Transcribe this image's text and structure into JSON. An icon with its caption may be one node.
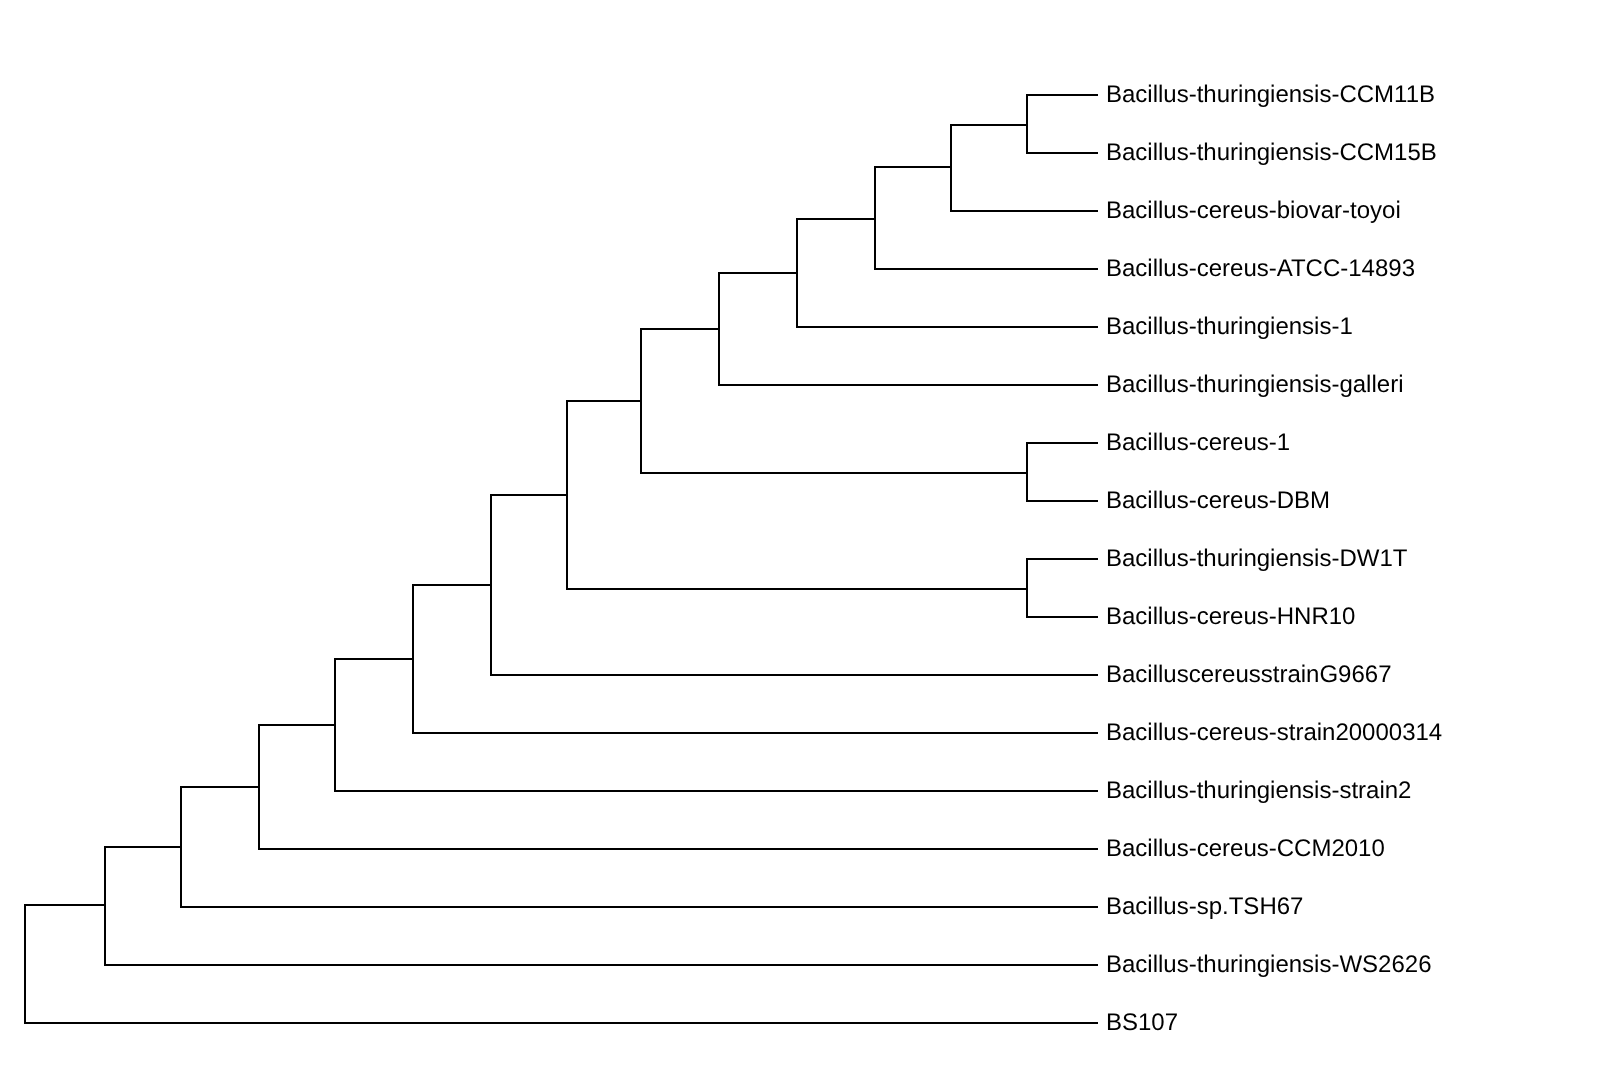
{
  "diagram": {
    "nodes": [
      {
        "text": [
          "Bacillus-thuringiensis-CCM11B"
        ]
      },
      {
        "text": [
          "Bacillus-thuringiensis-CCM15B"
        ]
      },
      {
        "text": [
          "Bacillus-cereus-biovar-toyoi"
        ]
      },
      {
        "text": [
          "Bacillus-cereus-ATCC-14893"
        ]
      },
      {
        "text": [
          "Bacillus-thuringiensis-1"
        ]
      },
      {
        "text": [
          "Bacillus-thuringiensis-galleri"
        ]
      },
      {
        "text": [
          "Bacillus-cereus-1"
        ]
      },
      {
        "text": [
          "Bacillus-cereus-DBM"
        ]
      },
      {
        "text": [
          "Bacillus-thuringiensis-DW1T"
        ]
      },
      {
        "text": [
          "Bacillus-cereus-HNR10"
        ]
      },
      {
        "text": [
          "BacilluscereusstrainG9667"
        ]
      },
      {
        "text": [
          "Bacillus-cereus-strain20000314"
        ]
      },
      {
        "text": [
          "Bacillus-thuringiensis-strain2"
        ]
      },
      {
        "text": [
          "Bacillus-cereus-CCM2010"
        ]
      },
      {
        "text": [
          "Bacillus-sp.TSH67"
        ]
      },
      {
        "text": [
          "Bacillus-thuringiensis-WS2626"
        ]
      },
      {
        "text": [
          "BS107"
        ]
      },
      {
        "text": [],
        "shape": "bar"
      },
      {
        "text": [],
        "shape": "bar"
      },
      {
        "text": [],
        "shape": "bar"
      },
      {
        "text": [],
        "shape": "bar"
      },
      {
        "text": [],
        "shape": "bar"
      },
      {
        "text": [],
        "shape": "bar"
      },
      {
        "text": [],
        "shape": "bar"
      },
      {
        "text": [],
        "shape": "bar"
      },
      {
        "text": [],
        "shape": "bar"
      },
      {
        "text": [],
        "shape": "bar"
      },
      {
        "text": [],
        "shape": "bar"
      },
      {
        "text": [],
        "shape": "bar"
      },
      {
        "text": [],
        "shape": "bar"
      },
      {
        "text": [],
        "shape": "bar"
      },
      {
        "text": [],
        "shape": "bar"
      },
      {
        "text": [],
        "shape": "bar"
      }
    ],
    "edges": [
      {
        "from": 17,
        "to": 0,
        "arrow": "none"
      },
      {
        "from": 17,
        "to": 1,
        "arrow": "none"
      },
      {
        "from": 18,
        "to": 17,
        "arrow": "none"
      },
      {
        "from": 18,
        "to": 2,
        "arrow": "none"
      },
      {
        "from": 19,
        "to": 18,
        "arrow": "none"
      },
      {
        "from": 19,
        "to": 3,
        "arrow": "none"
      },
      {
        "from": 20,
        "to": 19,
        "arrow": "none"
      },
      {
        "from": 20,
        "to": 4,
        "arrow": "none"
      },
      {
        "from": 21,
        "to": 20,
        "arrow": "none"
      },
      {
        "from": 21,
        "to": 5,
        "arrow": "none"
      },
      {
        "from": 22,
        "to": 6,
        "arrow": "none"
      },
      {
        "from": 22,
        "to": 7,
        "arrow": "none"
      },
      {
        "from": 23,
        "to": 21,
        "arrow": "none"
      },
      {
        "from": 23,
        "to": 22,
        "arrow": "none"
      },
      {
        "from": 24,
        "to": 8,
        "arrow": "none"
      },
      {
        "from": 24,
        "to": 9,
        "arrow": "none"
      },
      {
        "from": 25,
        "to": 23,
        "arrow": "none"
      },
      {
        "from": 25,
        "to": 24,
        "arrow": "none"
      },
      {
        "from": 26,
        "to": 25,
        "arrow": "none"
      },
      {
        "from": 26,
        "to": 10,
        "arrow": "none"
      },
      {
        "from": 27,
        "to": 26,
        "arrow": "none"
      },
      {
        "from": 27,
        "to": 11,
        "arrow": "none"
      },
      {
        "from": 28,
        "to": 27,
        "arrow": "none"
      },
      {
        "from": 28,
        "to": 12,
        "arrow": "none"
      },
      {
        "from": 29,
        "to": 28,
        "arrow": "none"
      },
      {
        "from": 29,
        "to": 13,
        "arrow": "none"
      },
      {
        "from": 30,
        "to": 29,
        "arrow": "none"
      },
      {
        "from": 30,
        "to": 14,
        "arrow": "none"
      },
      {
        "from": 31,
        "to": 30,
        "arrow": "none"
      },
      {
        "from": 31,
        "to": 15,
        "arrow": "none"
      },
      {
        "from": 32,
        "to": 31,
        "arrow": "none"
      },
      {
        "from": 32,
        "to": 16,
        "arrow": "none"
      }
    ]
  }
}
